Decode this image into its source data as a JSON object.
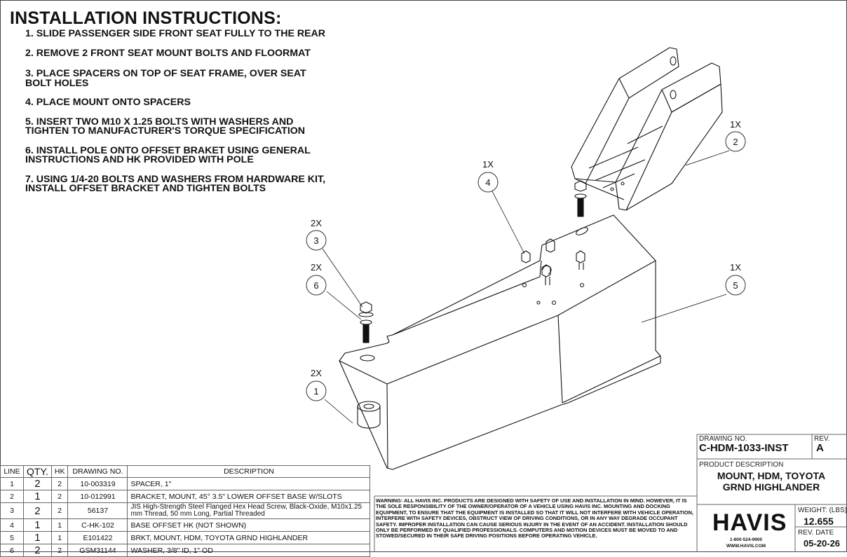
{
  "header": {
    "title": "INSTALLATION INSTRUCTIONS:"
  },
  "steps": [
    "1.  SLIDE PASSENGER SIDE FRONT SEAT FULLY TO THE REAR",
    "2.  REMOVE 2 FRONT SEAT MOUNT BOLTS AND FLOORMAT",
    "3.  PLACE SPACERS ON TOP OF SEAT FRAME, OVER SEAT\nBOLT HOLES",
    "4.  PLACE MOUNT ONTO SPACERS",
    "5. INSERT TWO M10 X 1.25 BOLTS WITH WASHERS AND\nTIGHTEN TO MANUFACTURER'S TORQUE SPECIFICATION",
    "6.  INSTALL POLE ONTO OFFSET BRAKET USING GENERAL\nINSTRUCTIONS AND HK PROVIDED WITH POLE",
    "7. USING  1/4-20 BOLTS AND WASHERS FROM HARDWARE KIT,\nINSTALL OFFSET BRACKET AND TIGHTEN BOLTS"
  ],
  "callouts": [
    {
      "qty": "1X",
      "num": "2"
    },
    {
      "qty": "1X",
      "num": "4"
    },
    {
      "qty": "2X",
      "num": "3"
    },
    {
      "qty": "2X",
      "num": "6"
    },
    {
      "qty": "1X",
      "num": "5"
    },
    {
      "qty": "2X",
      "num": "1"
    }
  ],
  "parts_table": {
    "headers": [
      "LINE",
      "QTY.",
      "HK",
      "DRAWING NO.",
      "DESCRIPTION"
    ],
    "rows": [
      {
        "line": "1",
        "qty": "2",
        "hk": "2",
        "drawing": "10-003319",
        "desc": "SPACER,  1\""
      },
      {
        "line": "2",
        "qty": "1",
        "hk": "2",
        "drawing": "10-012991",
        "desc": "BRACKET, MOUNT, 45° 3.5\" LOWER OFFSET BASE W/SLOTS"
      },
      {
        "line": "3",
        "qty": "2",
        "hk": "2",
        "drawing": "56137",
        "desc": "JIS High-Strength Steel Flanged Hex Head Screw, Black-Oxide, M10x1.25 mm Thread, 50 mm Long, Partial Threaded"
      },
      {
        "line": "4",
        "qty": "1",
        "hk": "1",
        "drawing": "C-HK-102",
        "desc": "BASE OFFSET HK (NOT SHOWN)"
      },
      {
        "line": "5",
        "qty": "1",
        "hk": "1",
        "drawing": "E101422",
        "desc": "BRKT, MOUNT, HDM, TOYOTA GRND HIGHLANDER"
      },
      {
        "line": "6",
        "qty": "2",
        "hk": "2",
        "drawing": "GSM31144",
        "desc": "WASHER, 3/8\" ID, 1\" OD"
      }
    ]
  },
  "warning": "WARNING:  ALL HAVIS INC. PRODUCTS ARE DESIGNED WITH SAFETY OF USE AND INSTALLATION IN MIND.  HOWEVER, IT IS THE SOLE RESPONSIBILITY OF THE OWNER/OPERATOR OF A VEHICLE USING HAVIS INC. MOUNTING AND DOCKING EQUIPMENT, TO ENSURE THAT THE EQUIPMENT IS INSTALLED SO THAT IT WILL NOT INTERFERE WITH VEHICLE OPERATION, INTERFERE WITH SAFETY DEVICES, OBSTRUCT VIEW OF DRIVING CONDITIONS, OR IN ANY WAY DEGRADE OCCUPANT SAFETY.  IMPROPER INSTALLATION CAN CAUSE SERIOUS INJURY IN THE EVENT OF AN ACCIDENT.  INSTALLATION SHOULD ONLY BE PERFORMED BY QUALIFIED PROFESSIONALS.  COMPUTERS AND MOTION DEVICES MUST BE MOVED TO AND STOWED/SECURED IN THEIR SAFE DRIVING POSITIONS BEFORE OPERATING VEHICLE.",
  "title_block": {
    "drawing_no_label": "DRAWING NO.",
    "drawing_no": "C-HDM-1033-INST",
    "rev_label": "REV.",
    "rev": "A",
    "product_desc_label": "PRODUCT DESCRIPTION",
    "product_desc_line1": "MOUNT, HDM, TOYOTA",
    "product_desc_line2": "GRND HIGHLANDER",
    "logo": "HAVIS",
    "phone": "1-800-524-9900",
    "website": "WWW.HAVIS.COM",
    "weight_label": "WEIGHT: (LBS)",
    "weight": "12.655",
    "rev_date_label": "REV. DATE",
    "rev_date": "05-20-26"
  }
}
